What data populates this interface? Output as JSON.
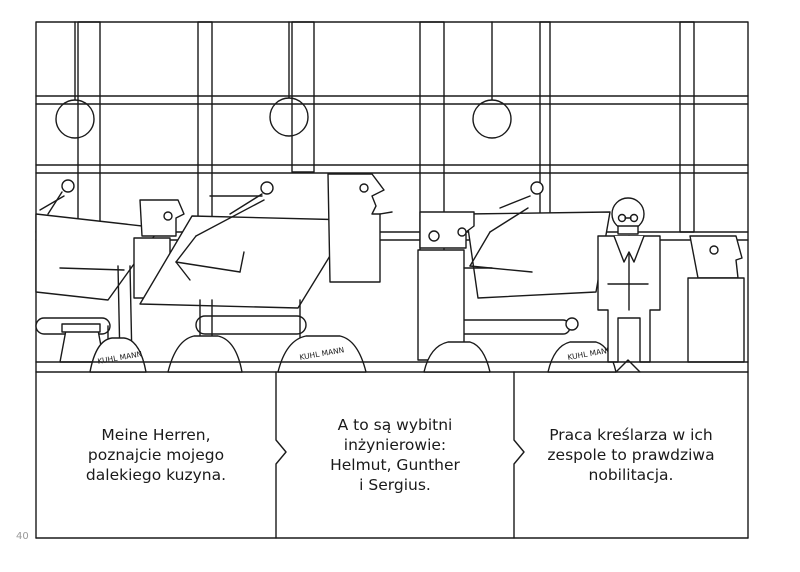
{
  "captions": [
    "Meine Herren,\npoznajcie mojego\ndalekiego kuzyna.",
    "A to są wybitni\ninżynierowie:\nHelmut, Gunther\ni Sergius.",
    "Praca kreślarza w ich\nzespole to prawdziwa\nnobilitacja."
  ],
  "chair_brand": "KUHL MANN",
  "page_number": "40"
}
